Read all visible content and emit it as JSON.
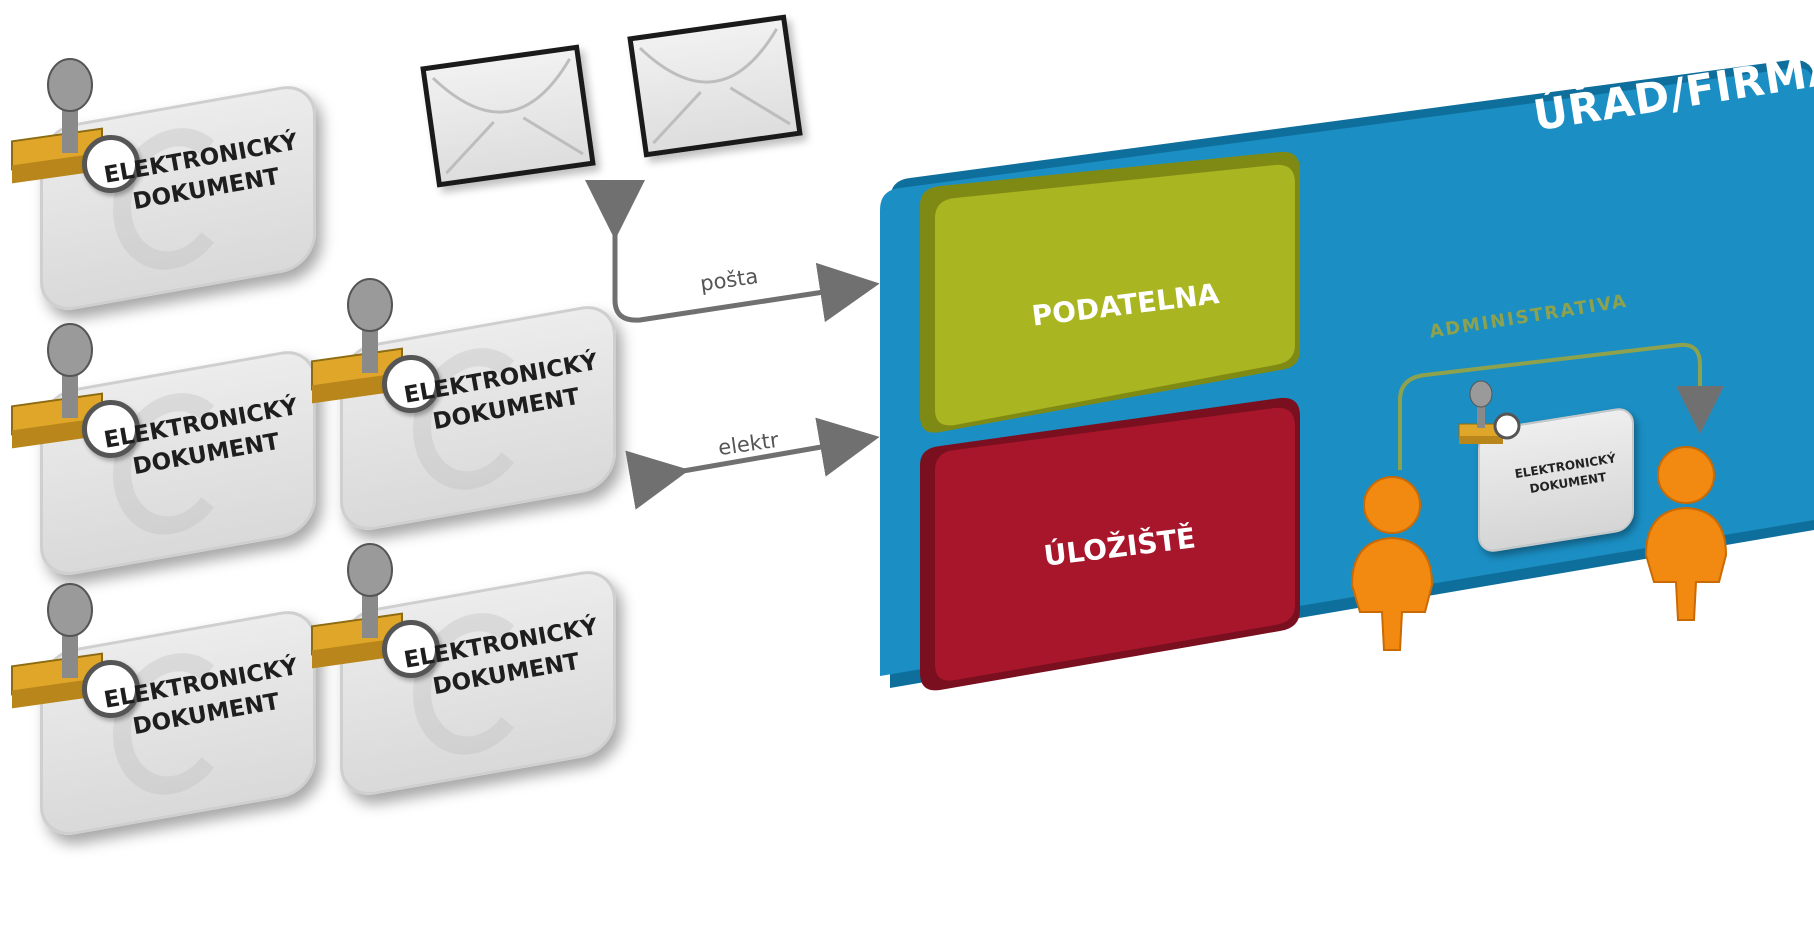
{
  "documents": [
    {
      "line1": "ELEKTRONICKÝ",
      "line2": "DOKUMENT"
    },
    {
      "line1": "ELEKTRONICKÝ",
      "line2": "DOKUMENT"
    },
    {
      "line1": "ELEKTRONICKÝ",
      "line2": "DOKUMENT"
    },
    {
      "line1": "ELEKTRONICKÝ",
      "line2": "DOKUMENT"
    },
    {
      "line1": "ELEKTRONICKÝ",
      "line2": "DOKUMENT"
    }
  ],
  "arrows": {
    "posta_label": "pošta",
    "elektr_label": "elektr"
  },
  "office": {
    "title": "ÚŘAD/FIRMA",
    "podatelna": "PODATELNA",
    "uloziste": "ÚLOŽIŠTĚ",
    "administrativa": "ADMINISTRATIVA",
    "mini_doc_line1": "ELEKTRONICKÝ",
    "mini_doc_line2": "DOKUMENT"
  },
  "icons": [
    "stamp-icon",
    "clock-icon",
    "envelope-icon",
    "person-icon"
  ],
  "colors": {
    "office_blue": "#1b8fc4",
    "podatelna_green": "#a9b521",
    "uloziste_red": "#a8162c",
    "stamp_yellow": "#e0a62a",
    "person_orange": "#f28a11"
  }
}
